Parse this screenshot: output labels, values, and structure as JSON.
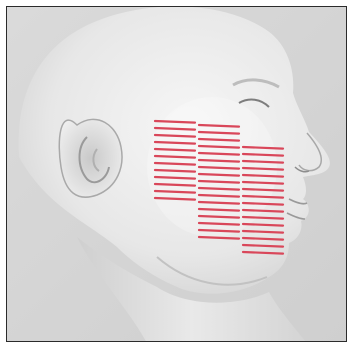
{
  "image": {
    "subject": "head-profile-illustration",
    "view": "right-side-profile",
    "marking_color": "#d9475a",
    "background_color": "#d9d9d9",
    "skin_color": "#efefef",
    "marking_groups": [
      {
        "name": "column-1",
        "line_count": 12
      },
      {
        "name": "column-2",
        "line_count": 17
      },
      {
        "name": "column-3",
        "line_count": 16
      }
    ]
  }
}
